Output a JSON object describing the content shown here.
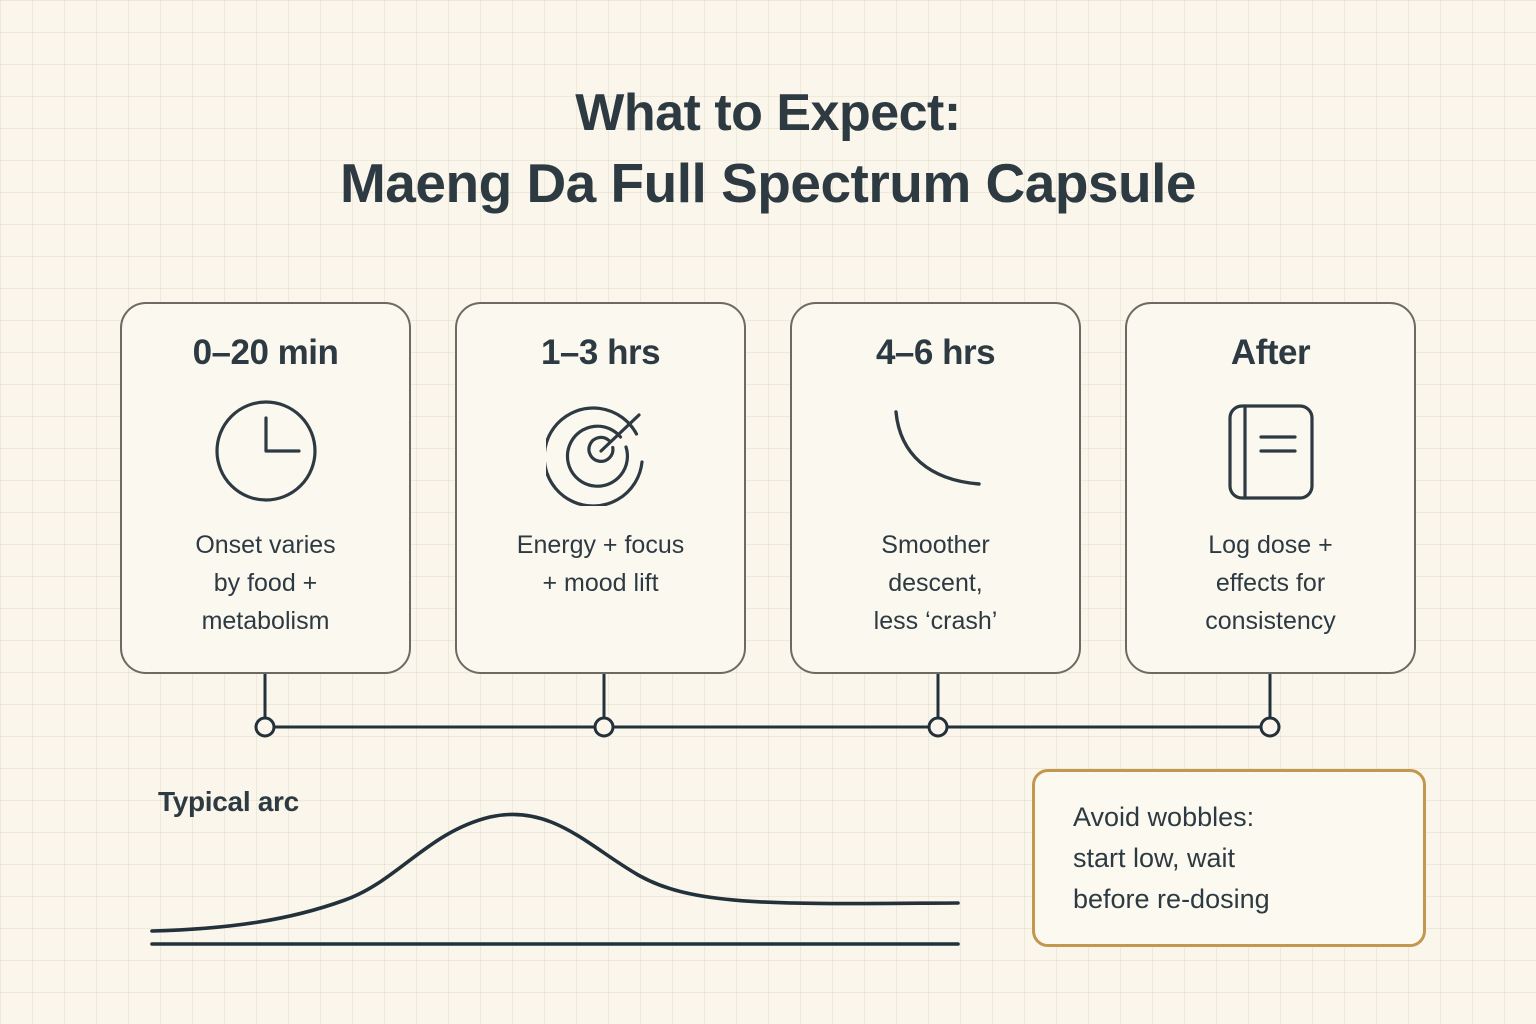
{
  "title": {
    "line1": "What to Expect:",
    "line2": "Maeng Da Full Spectrum Capsule"
  },
  "colors": {
    "background": "#FAF6EC",
    "card_background": "#FBF8F0",
    "card_border": "#6E6A63",
    "ink": "#2E3A42",
    "callout_border": "#C2974E",
    "grid_line": "#C4BAA0"
  },
  "timeline": {
    "stages": [
      {
        "id": "stage-onset",
        "title": "0–20 min",
        "icon": "clock-icon",
        "description": "Onset varies by food + metabolism",
        "description_lines": [
          "Onset varies",
          "by food +",
          "metabolism"
        ]
      },
      {
        "id": "stage-peak",
        "title": "1–3 hrs",
        "icon": "radar-target-icon",
        "description": "Energy + focus + mood lift",
        "description_lines": [
          "Energy + focus",
          "+ mood lift"
        ]
      },
      {
        "id": "stage-descent",
        "title": "4–6 hrs",
        "icon": "descending-curve-icon",
        "description": "Smoother descent, less ‘crash’",
        "description_lines": [
          "Smoother",
          "descent,",
          "less ‘crash’"
        ]
      },
      {
        "id": "stage-after",
        "title": "After",
        "icon": "journal-book-icon",
        "description": "Log dose + effects for consistency",
        "description_lines": [
          "Log dose +",
          "effects for",
          "consistency"
        ]
      }
    ],
    "node_count": 4
  },
  "arc": {
    "label": "Typical arc"
  },
  "callout": {
    "text": "Avoid wobbles: start low, wait before re-dosing",
    "lines": [
      "Avoid wobbles:",
      "start low, wait",
      "before re-dosing"
    ]
  },
  "chart_data": {
    "type": "line",
    "title": "Typical arc",
    "xlabel": "",
    "ylabel": "",
    "x": [
      0,
      5,
      10,
      15,
      20,
      25,
      30,
      35,
      40,
      42,
      45,
      50,
      55,
      60,
      65,
      70,
      75,
      80,
      85,
      90,
      95,
      100
    ],
    "values": [
      2,
      3,
      5,
      8,
      14,
      24,
      40,
      60,
      80,
      95,
      100,
      92,
      78,
      62,
      48,
      37,
      30,
      26,
      24,
      23,
      22,
      22
    ],
    "xlim": [
      0,
      100
    ],
    "ylim": [
      0,
      100
    ],
    "grid": false,
    "legend": "none",
    "annotations": [
      "baseline axis drawn below curve"
    ]
  }
}
